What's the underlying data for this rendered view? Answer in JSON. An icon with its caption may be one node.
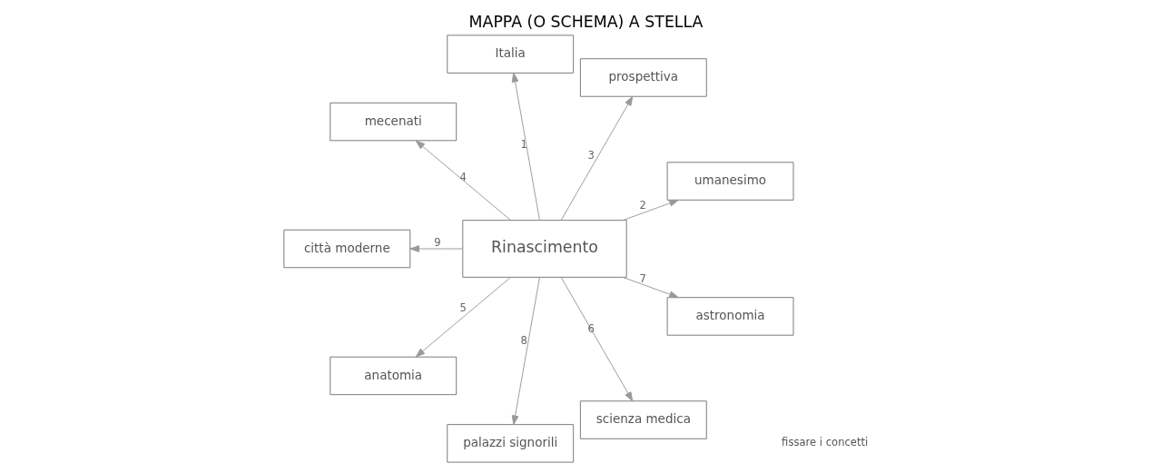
{
  "diagram": {
    "title": "MAPPA (O SCHEMA) A STELLA",
    "nodes": [
      {
        "text": [
          "Rinascimento"
        ]
      },
      {
        "text": [
          "umanesimo"
        ]
      },
      {
        "text": [
          "prospettiva"
        ]
      },
      {
        "text": [
          "Italia"
        ]
      },
      {
        "text": [
          "mecenati"
        ]
      },
      {
        "text": [
          "città moderne"
        ]
      },
      {
        "text": [
          "anatomia"
        ]
      },
      {
        "text": [
          "palazzi signorili"
        ]
      },
      {
        "text": [
          "scienza medica"
        ]
      },
      {
        "text": [
          "astronomia"
        ]
      }
    ],
    "edges": [
      {
        "from": 0,
        "to": 3,
        "arrow": "to",
        "label": "1"
      },
      {
        "from": 0,
        "to": 1,
        "arrow": "to",
        "label": "2"
      },
      {
        "from": 0,
        "to": 2,
        "arrow": "to",
        "label": "3"
      },
      {
        "from": 0,
        "to": 4,
        "arrow": "to",
        "label": "4"
      },
      {
        "from": 0,
        "to": 6,
        "arrow": "to",
        "label": "5"
      },
      {
        "from": 0,
        "to": 8,
        "arrow": "to",
        "label": "6"
      },
      {
        "from": 0,
        "to": 9,
        "arrow": "to",
        "label": "7"
      },
      {
        "from": 0,
        "to": 7,
        "arrow": "to",
        "label": "8"
      },
      {
        "from": 0,
        "to": 5,
        "arrow": "to",
        "label": "9"
      }
    ],
    "labels": [
      "fissare i concetti"
    ]
  }
}
